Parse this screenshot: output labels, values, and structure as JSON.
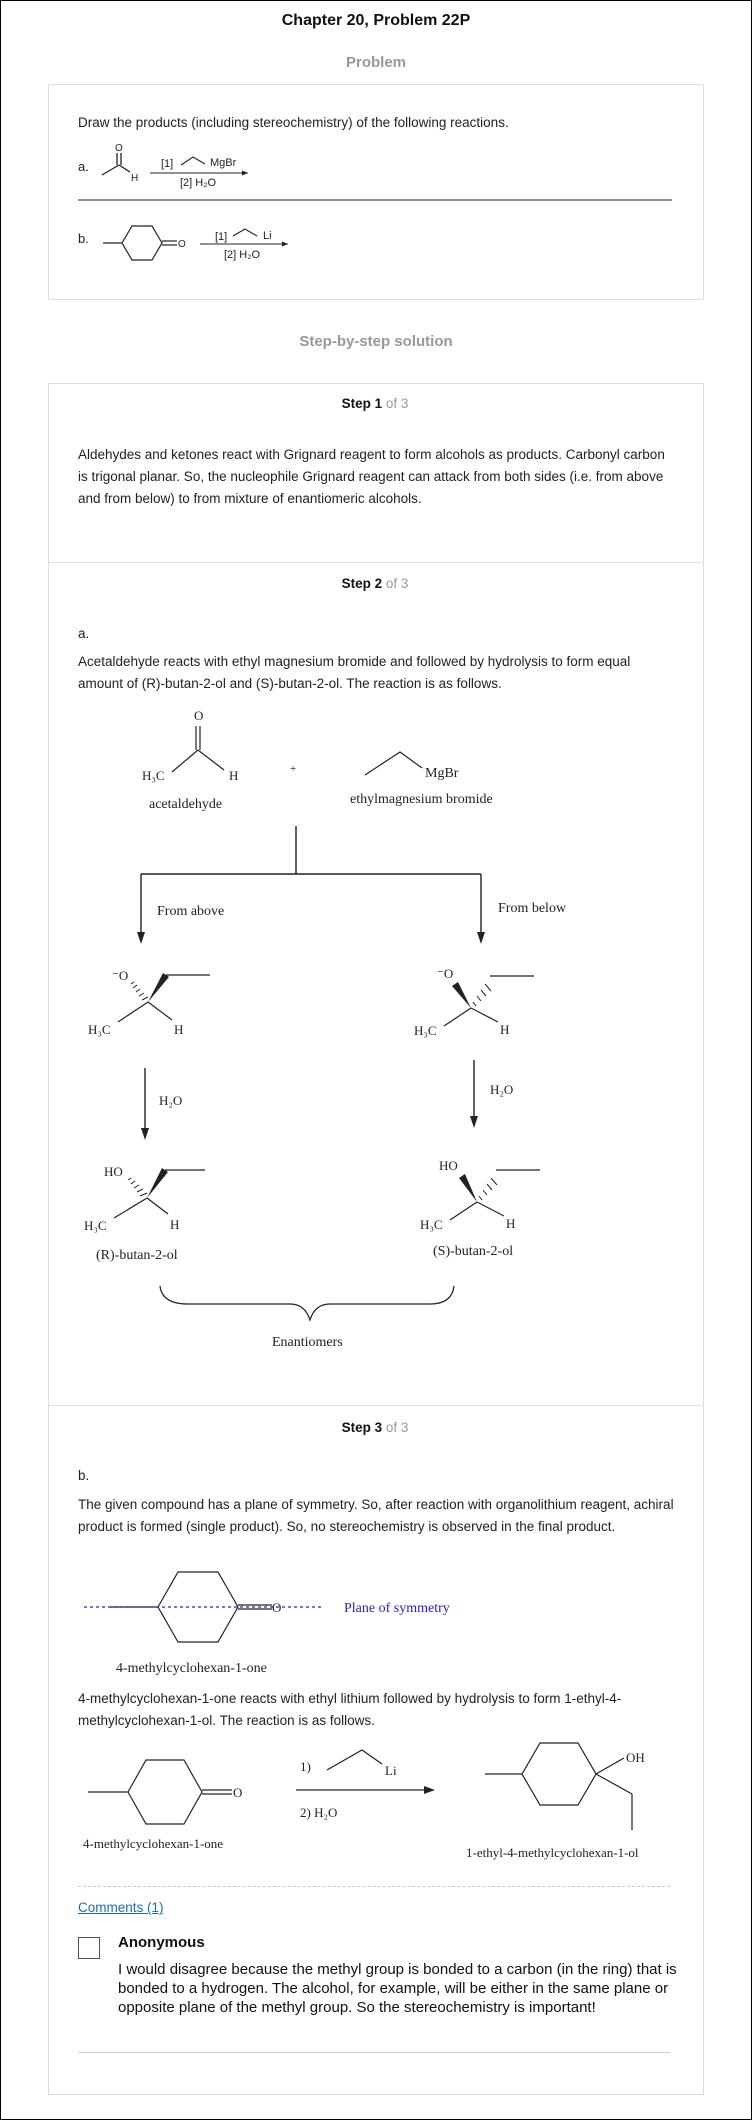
{
  "header": {
    "title": "Chapter 20, Problem 22P"
  },
  "problem": {
    "label": "Problem",
    "prompt": "Draw the products (including stereochemistry) of the following reactions.",
    "part_a": {
      "label": "a.",
      "h": "H",
      "o": "O",
      "reagent1": "[1]",
      "reagent1_group": "MgBr",
      "reagent2": "[2] H₂O"
    },
    "part_b": {
      "label": "b.",
      "o": "O",
      "reagent1": "[1]",
      "reagent1_group": "Li",
      "reagent2": "[2] H₂O"
    }
  },
  "solution": {
    "label": "Step-by-step solution",
    "step1": {
      "title": "Step 1",
      "of": "of 3",
      "text": "Aldehydes and ketones react with Grignard reagent to form alcohols as products. Carbonyl carbon is trigonal planar. So, the nucleophile Grignard reagent can attack from both sides (i.e. from above and from below) to from mixture of enantiomeric alcohols."
    },
    "step2": {
      "title": "Step 2",
      "of": "of 3",
      "part": "a.",
      "text": "Acetaldehyde reacts with ethyl magnesium bromide and followed by hydrolysis to form equal amount of (R)-butan-2-ol and (S)-butan-2-ol. The reaction is as follows.",
      "scheme": {
        "o": "O",
        "h3c": "H₃C",
        "h": "H",
        "plus": "+",
        "mgbr": "MgBr",
        "acetaldehyde_label": "acetaldehyde",
        "grignard_label": "ethylmagnesium bromide",
        "from_above": "From above",
        "from_below": "From below",
        "alkoxide_o": "⁻O",
        "water": "H₂O",
        "ho": "HO",
        "r_product": "(R)-butan-2-ol",
        "s_product": "(S)-butan-2-ol",
        "enantiomers": "Enantiomers"
      }
    },
    "step3": {
      "title": "Step 3",
      "of": "of 3",
      "part": "b.",
      "text1": "The given compound has a plane of symmetry. So, after reaction with organolithium reagent, achiral product is formed (single product). So, no stereochemistry is observed in the final product.",
      "plane_label": "Plane of symmetry",
      "ketone_label": "4-methylcyclohexan-1-one",
      "o": "O",
      "text2": "4-methylcyclohexan-1-one reacts with ethyl lithium followed by hydrolysis to form 1-ethyl-4-methylcyclohexan-1-ol. The reaction is as follows.",
      "reagent1_num": "1)",
      "li": "Li",
      "reagent2": "2)  H₂O",
      "oh": "OH",
      "reactant_label": "4-methylcyclohexan-1-one",
      "product_label": "1-ethyl-4-methylcyclohexan-1-ol"
    }
  },
  "comments": {
    "link": "Comments (1)",
    "author": "Anonymous",
    "body": "I would disagree because the methyl group is bonded to a carbon (in the ring) that is bonded to a hydrogen. The alcohol, for example, will be either in the same plane or opposite plane of the methyl group. So the stereochemistry is important!"
  },
  "colors": {
    "plane": "#2222cc",
    "muted": "#999999",
    "link": "#1a6fb5"
  }
}
